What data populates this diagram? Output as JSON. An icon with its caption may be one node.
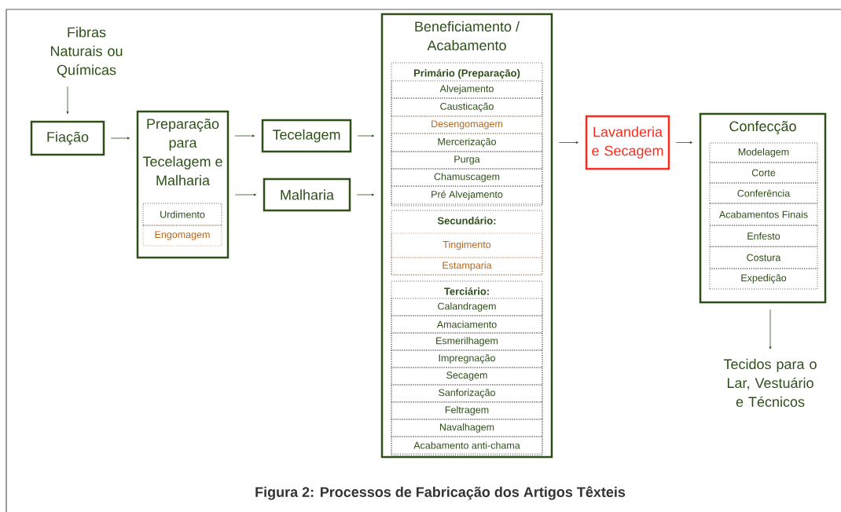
{
  "diagram": {
    "caption": "Figura 2: Processos de Fabricação dos Artigos Têxteis",
    "nodes": [
      {
        "text": [
          "Fibras Naturais ou Químicas"
        ]
      },
      {
        "text": [
          "Fiação"
        ]
      },
      {
        "text": [
          "Preparação para Tecelagem e Malharia"
        ]
      },
      {
        "text": [
          "Urdimento"
        ],
        "in": 2
      },
      {
        "text": [
          "Engomagem"
        ],
        "in": 2
      },
      {
        "text": [
          "Tecelagem"
        ]
      },
      {
        "text": [
          "Malharia"
        ]
      },
      {
        "text": [
          "Beneficiamento / Acabamento"
        ]
      },
      {
        "text": [
          "Primário (Preparação)"
        ],
        "in": 7
      },
      {
        "text": [
          "Alvejamento"
        ],
        "in": 8
      },
      {
        "text": [
          "Causticação"
        ],
        "in": 8
      },
      {
        "text": [
          "Desengomagem"
        ],
        "in": 8
      },
      {
        "text": [
          "Mercerização"
        ],
        "in": 8
      },
      {
        "text": [
          "Purga"
        ],
        "in": 8
      },
      {
        "text": [
          "Chamuscagem"
        ],
        "in": 8
      },
      {
        "text": [
          "Pré Alvejamento"
        ],
        "in": 8
      },
      {
        "text": [
          "Secundário:"
        ],
        "in": 7
      },
      {
        "text": [
          "Tingimento"
        ],
        "in": 16
      },
      {
        "text": [
          "Estamparia"
        ],
        "in": 16
      },
      {
        "text": [
          "Terciário:"
        ],
        "in": 7
      },
      {
        "text": [
          "Calandragem"
        ],
        "in": 19
      },
      {
        "text": [
          "Amaciamento"
        ],
        "in": 19
      },
      {
        "text": [
          "Esmerilhagem"
        ],
        "in": 19
      },
      {
        "text": [
          "Impregnação"
        ],
        "in": 19
      },
      {
        "text": [
          "Secagem"
        ],
        "in": 19
      },
      {
        "text": [
          "Sanforização"
        ],
        "in": 19
      },
      {
        "text": [
          "Feltragem"
        ],
        "in": 19
      },
      {
        "text": [
          "Navalhagem"
        ],
        "in": 19
      },
      {
        "text": [
          "Acabamento anti-chama"
        ],
        "in": 19
      },
      {
        "text": [
          "Lavanderia e Secagem"
        ]
      },
      {
        "text": [
          "Confecção"
        ]
      },
      {
        "text": [
          "Modelagem"
        ],
        "in": 30
      },
      {
        "text": [
          "Corte"
        ],
        "in": 30
      },
      {
        "text": [
          "Conferência"
        ],
        "in": 30
      },
      {
        "text": [
          "Acabamentos Finais"
        ],
        "in": 30
      },
      {
        "text": [
          "Enfesto"
        ],
        "in": 30
      },
      {
        "text": [
          "Costura"
        ],
        "in": 30
      },
      {
        "text": [
          "Expedição"
        ],
        "in": 30
      },
      {
        "text": [
          "Tecidos para o Lar, Vestuário e Técnicos"
        ]
      }
    ],
    "edges": [
      {
        "from": 0,
        "to": 1,
        "arrow": "to"
      },
      {
        "from": 1,
        "to": 2,
        "arrow": "to"
      },
      {
        "from": 2,
        "to": 5,
        "arrow": "to"
      },
      {
        "from": 2,
        "to": 6,
        "arrow": "to"
      },
      {
        "from": 5,
        "to": 7,
        "arrow": "to"
      },
      {
        "from": 6,
        "to": 7,
        "arrow": "to"
      },
      {
        "from": 7,
        "to": 29,
        "arrow": "to"
      },
      {
        "from": 29,
        "to": 30,
        "arrow": "to"
      },
      {
        "from": 30,
        "to": 38,
        "arrow": "to"
      }
    ]
  }
}
